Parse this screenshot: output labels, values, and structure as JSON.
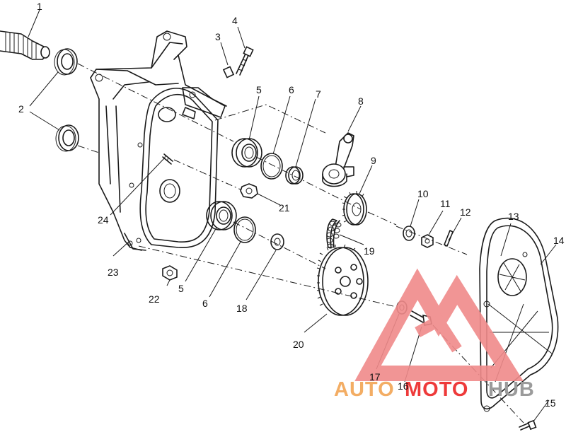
{
  "diagram": {
    "callouts": [
      {
        "id": "c1",
        "text": "1"
      },
      {
        "id": "c2",
        "text": "2"
      },
      {
        "id": "c3",
        "text": "3"
      },
      {
        "id": "c4",
        "text": "4"
      },
      {
        "id": "c5a",
        "text": "5"
      },
      {
        "id": "c5b",
        "text": "5"
      },
      {
        "id": "c6a",
        "text": "6"
      },
      {
        "id": "c6b",
        "text": "6"
      },
      {
        "id": "c7",
        "text": "7"
      },
      {
        "id": "c8",
        "text": "8"
      },
      {
        "id": "c9",
        "text": "9"
      },
      {
        "id": "c10",
        "text": "10"
      },
      {
        "id": "c11",
        "text": "11"
      },
      {
        "id": "c12",
        "text": "12"
      },
      {
        "id": "c13",
        "text": "13"
      },
      {
        "id": "c14",
        "text": "14"
      },
      {
        "id": "c15",
        "text": "15"
      },
      {
        "id": "c16",
        "text": "16"
      },
      {
        "id": "c17",
        "text": "17"
      },
      {
        "id": "c18",
        "text": "18"
      },
      {
        "id": "c19",
        "text": "19"
      },
      {
        "id": "c20",
        "text": "20"
      },
      {
        "id": "c21",
        "text": "21"
      },
      {
        "id": "c22",
        "text": "22"
      },
      {
        "id": "c23",
        "text": "23"
      },
      {
        "id": "c24",
        "text": "24"
      }
    ]
  },
  "watermark": {
    "part1": "AUTO",
    "part2": "MOTO",
    "part3": "HUB",
    "colors": {
      "orange": "#f3ad64",
      "red": "#ee3a3a",
      "gray": "#9b9b9b",
      "logo": "#f08a8a"
    }
  }
}
